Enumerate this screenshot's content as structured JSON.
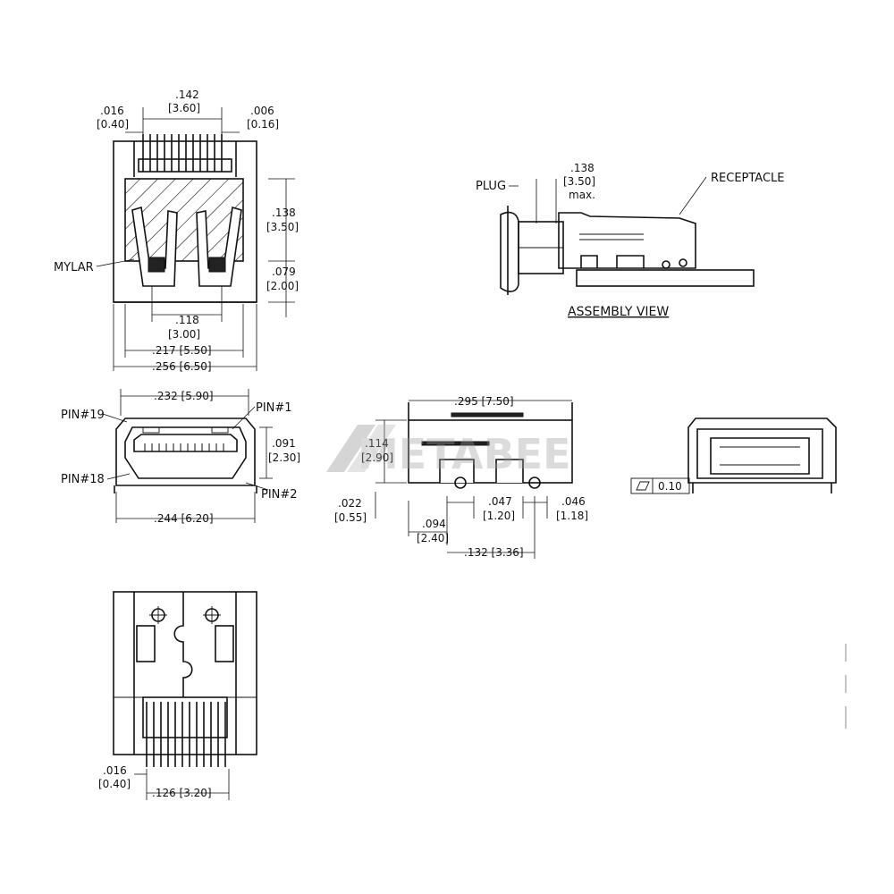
{
  "top_view": {
    "pitch_in": ".016",
    "pitch_mm": "[0.40]",
    "pins_span_in": ".142",
    "pins_span_mm": "[3.60]",
    "lead_in": ".006",
    "lead_mm": "[0.16]",
    "mylar_label": "MYLAR",
    "mylar_h_in": ".138",
    "mylar_h_mm": "[3.50]",
    "lower_h_in": ".079",
    "lower_h_mm": "[2.00]",
    "pegs_in": ".118",
    "pegs_mm": "[3.00]",
    "inner_w": ".217  [5.50]",
    "outer_w": ".256  [6.50]"
  },
  "assembly": {
    "plug_label": "PLUG",
    "receptacle_label": "RECEPTACLE",
    "insert_in": ".138",
    "insert_mm": "[3.50]",
    "insert_note": "max.",
    "title": "ASSEMBLY  VIEW"
  },
  "front_view": {
    "top_w": ".232  [5.90]",
    "bottom_w": ".244  [6.20]",
    "h_in": ".091",
    "h_mm": "[2.30]",
    "pin19": "PIN#19",
    "pin1": "PIN#1",
    "pin18": "PIN#18",
    "pin2": "PIN#2"
  },
  "side_view": {
    "len": ".295  [7.50]",
    "h_in": ".114",
    "h_mm": "[2.90]",
    "off_in": ".022",
    "off_mm": "[0.55]",
    "p1_in": ".094",
    "p1_mm": "[2.40]",
    "p2_in": ".047",
    "p2_mm": "[1.20]",
    "p3_in": ".046",
    "p3_mm": "[1.18]",
    "p4": ".132  [3.36]"
  },
  "flatness": {
    "value": "0.10"
  },
  "watermark": {
    "text": "METABEE"
  },
  "bottom_view": {
    "pitch_in": ".016",
    "pitch_mm": "[0.40]",
    "span": ".126  [3.20]"
  }
}
